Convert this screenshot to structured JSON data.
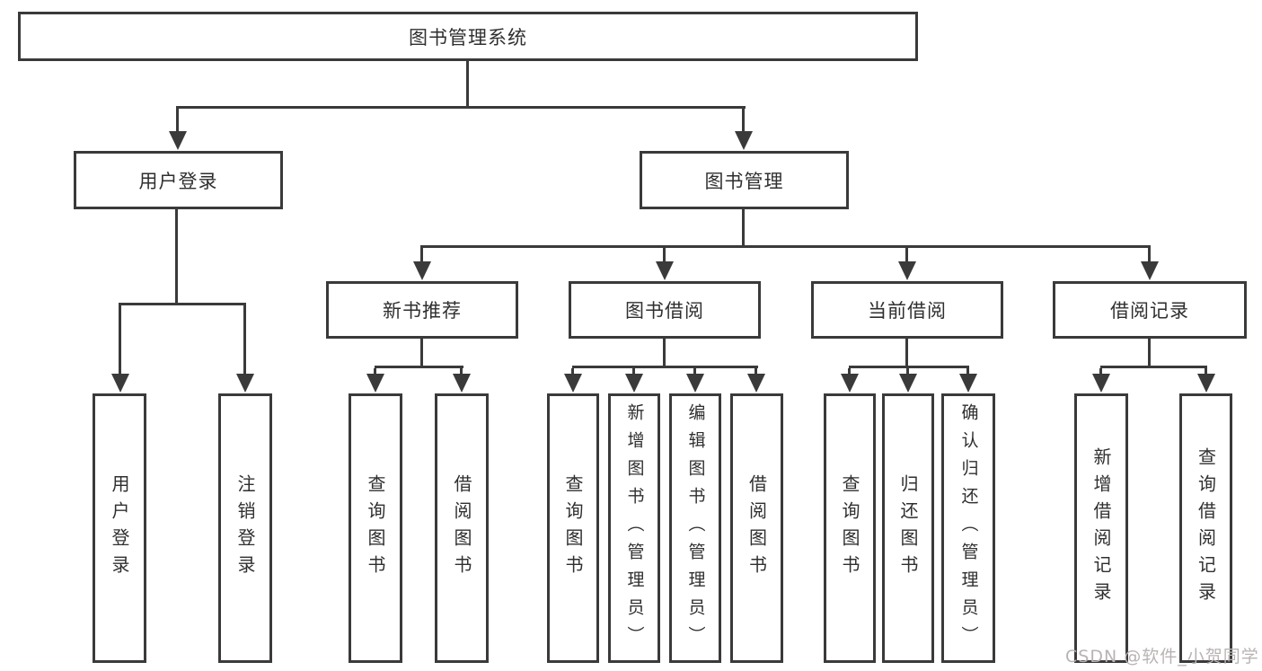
{
  "diagram": {
    "root": {
      "label": "图书管理系统"
    },
    "level2": [
      {
        "label": "用户登录"
      },
      {
        "label": "图书管理"
      }
    ],
    "level3": [
      {
        "label": "新书推荐"
      },
      {
        "label": "图书借阅"
      },
      {
        "label": "当前借阅"
      },
      {
        "label": "借阅记录"
      }
    ],
    "leaves": {
      "user_login": [
        "用户登录",
        "注销登录"
      ],
      "new_book": [
        "查询图书",
        "借阅图书"
      ],
      "book_borrow": [
        "查询图书",
        "新增图书（管理员）",
        "编辑图书（管理员）",
        "借阅图书"
      ],
      "current_borrow": [
        "查询图书",
        "归还图书",
        "确认归还（管理员）"
      ],
      "borrow_record": [
        "新增借阅记录",
        "查询借阅记录"
      ]
    }
  },
  "watermark": {
    "text": "CSDN @软件_小贺同学"
  },
  "colors": {
    "line": "#3a3a3a",
    "text": "#2f2f2f",
    "watermark": "#b9b3b3",
    "background": "#ffffff"
  }
}
